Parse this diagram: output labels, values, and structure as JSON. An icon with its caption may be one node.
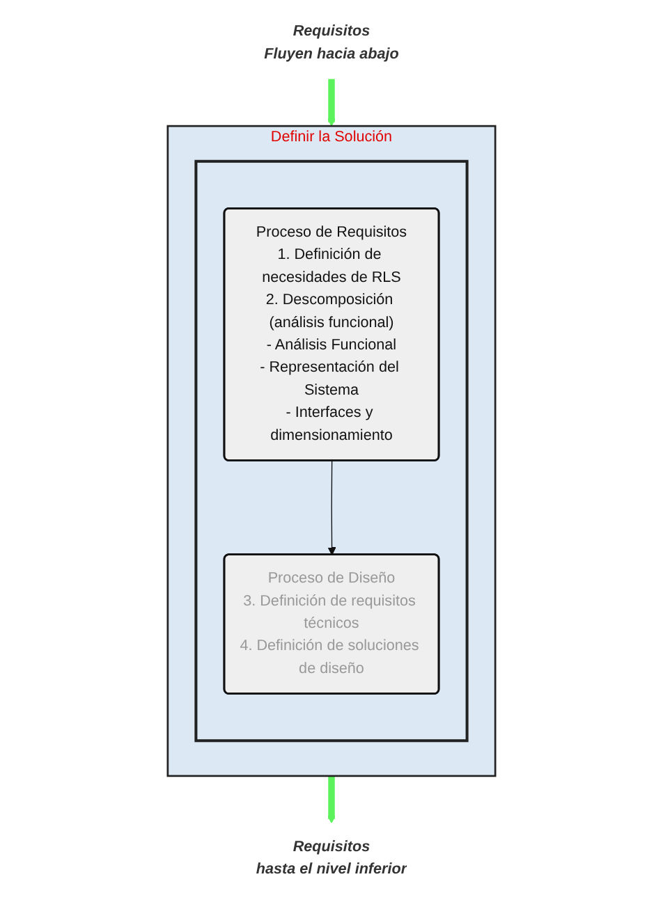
{
  "diagram": {
    "nodes": [
      {
        "text": [
          "Requisitos",
          "Fluyen hacia abajo"
        ]
      },
      {
        "text": [
          "Definir la Solución"
        ]
      },
      {
        "text": [],
        "shape": "box",
        "in": 1
      },
      {
        "text": [
          "Proceso de Requisitos",
          "1. Definición de necesidades de RLS",
          "2. Descomposición (análisis funcional)",
          "- Análisis Funcional",
          "- Representación del Sistema",
          "- Interfaces y dimensionamiento"
        ],
        "in": 2
      },
      {
        "text": [
          "Proceso de Diseño",
          "3. Definición de requisitos técnicos",
          "4. Definición de soluciones de diseño"
        ],
        "in": 2
      },
      {
        "text": [
          "Requisitos",
          "hasta el nivel inferior"
        ]
      }
    ],
    "edges": [
      {
        "from": 0,
        "to": 1,
        "arrow": "to"
      },
      {
        "from": 3,
        "to": 4,
        "arrow": "to",
        "color": "#111111"
      },
      {
        "from": 1,
        "to": 5,
        "arrow": "to"
      }
    ]
  }
}
